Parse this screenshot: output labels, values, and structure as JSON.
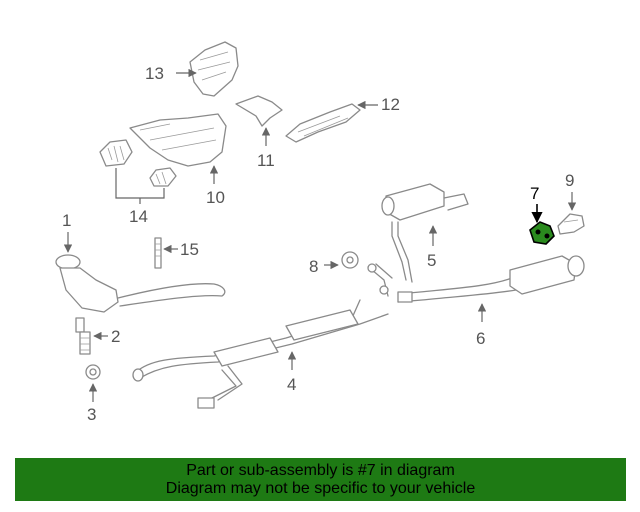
{
  "diagram": {
    "callouts": {
      "c1": "1",
      "c2": "2",
      "c3": "3",
      "c4": "4",
      "c5": "5",
      "c6": "6",
      "c7": "7",
      "c8": "8",
      "c9": "9",
      "c10": "10",
      "c11": "11",
      "c12": "12",
      "c13": "13",
      "c14": "14",
      "c15": "15"
    },
    "highlighted_part": "7",
    "highlight_color": "#2a8a1e"
  },
  "banner": {
    "line1": "Part or sub-assembly is #7 in diagram",
    "line2": "Diagram may not be specific to your vehicle",
    "background": "#1e7a14"
  }
}
